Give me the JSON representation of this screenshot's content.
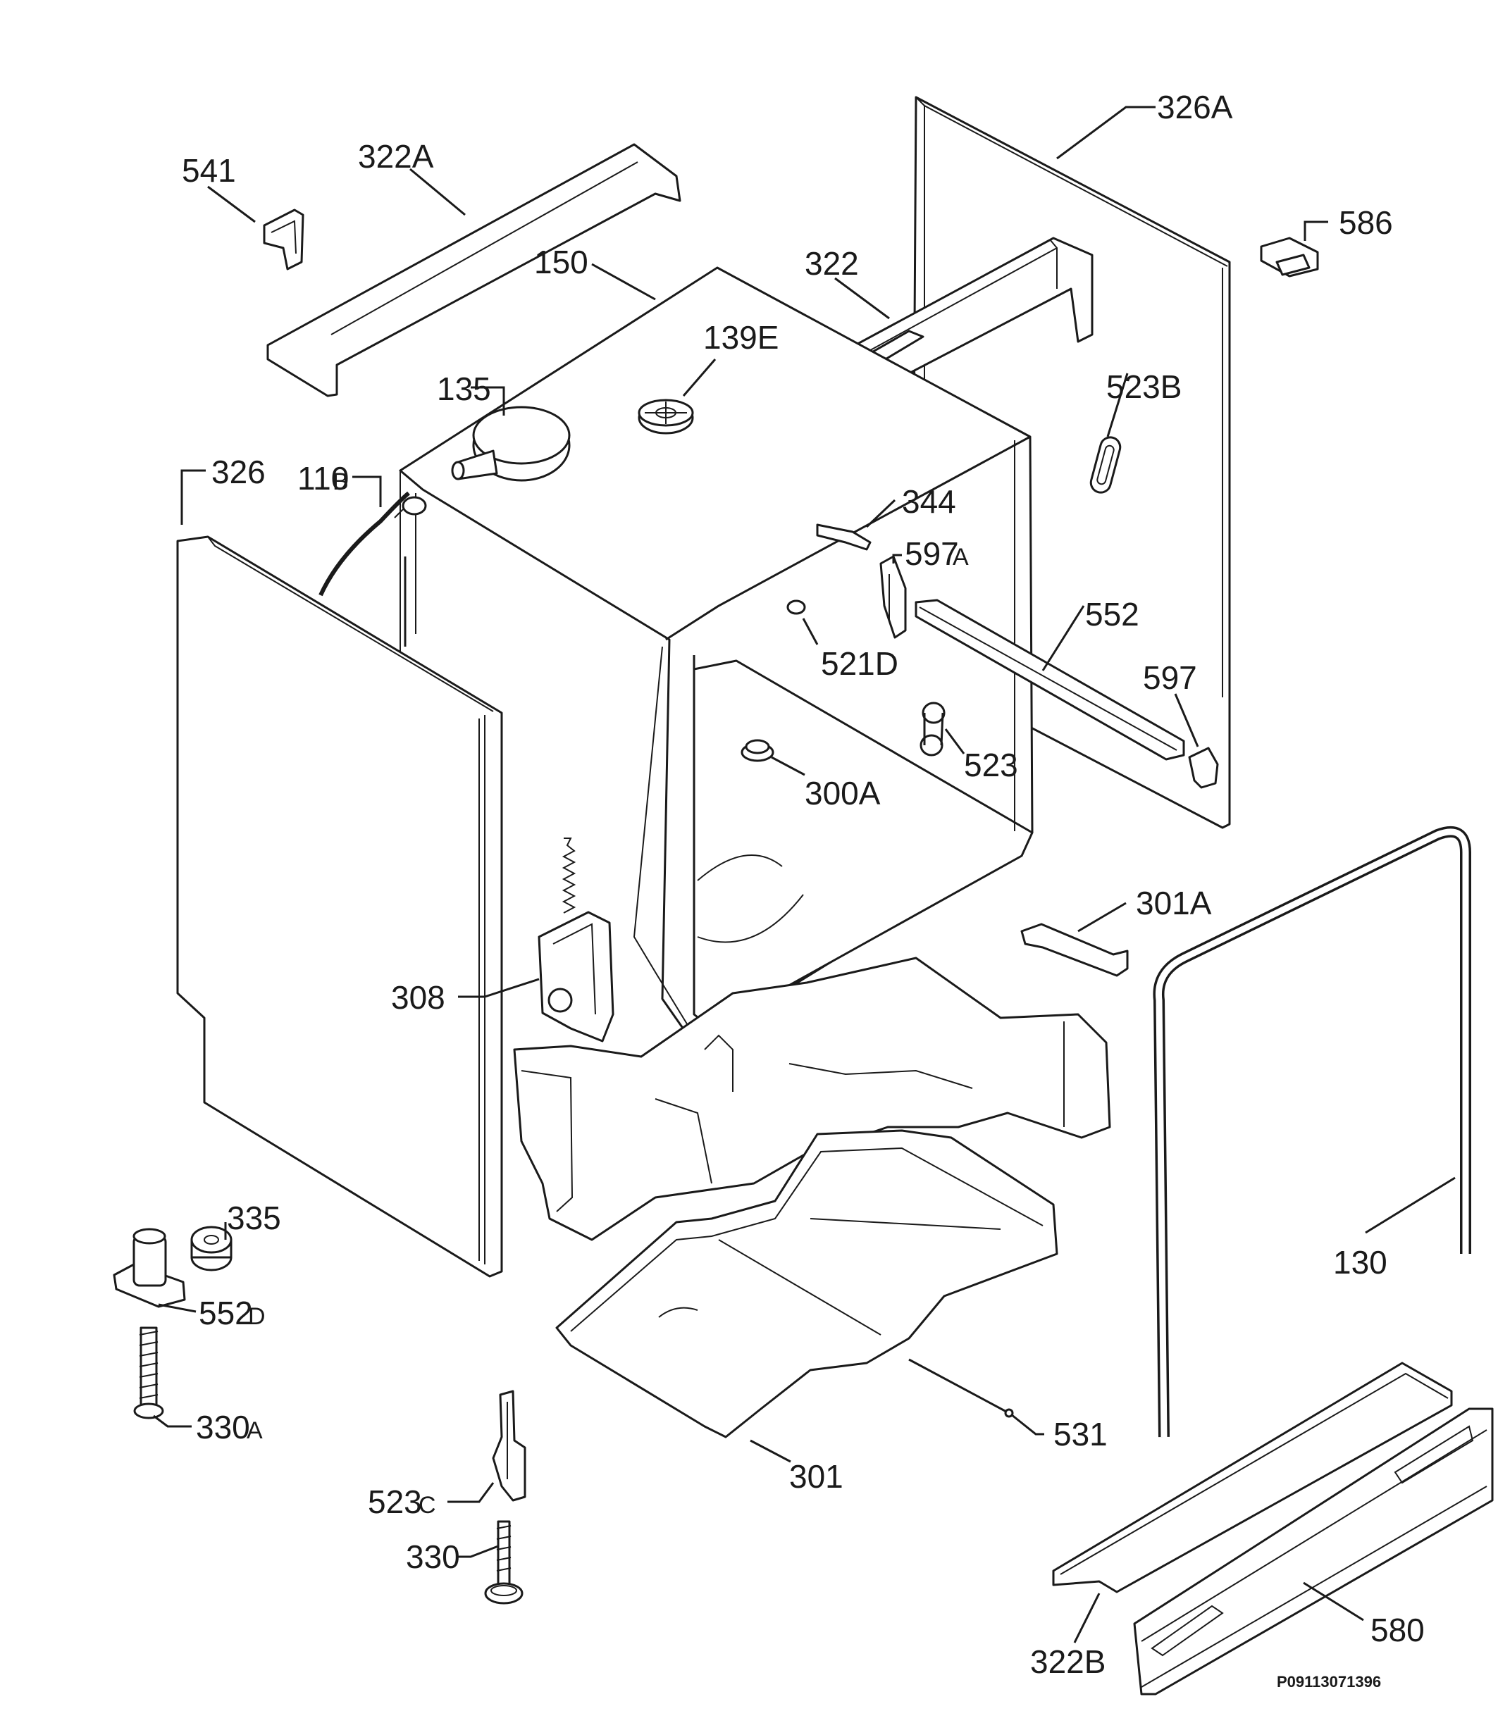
{
  "diagram_code": "P09113071396",
  "labels": {
    "l541": "541",
    "l322A": "322A",
    "l326A": "326A",
    "l586": "586",
    "l150": "150",
    "l322": "322",
    "l139E": "139E",
    "l135": "135",
    "l523B": "523B",
    "l326": "326",
    "l110B_main": "110",
    "l110B_sub": "B",
    "l344": "344",
    "l597A_main": "597",
    "l597A_sub": "A",
    "l552": "552",
    "l521D": "521D",
    "l597": "597",
    "l523": "523",
    "l300A": "300A",
    "l301A": "301A",
    "l308": "308",
    "l335": "335",
    "l552D_main": "552",
    "l552D_sub": "D",
    "l130": "130",
    "l330A_main": "330",
    "l330A_sub": "A",
    "l531": "531",
    "l301": "301",
    "l523C_main": "523",
    "l523C_sub": "C",
    "l330": "330",
    "l322B": "322B",
    "l580": "580"
  }
}
